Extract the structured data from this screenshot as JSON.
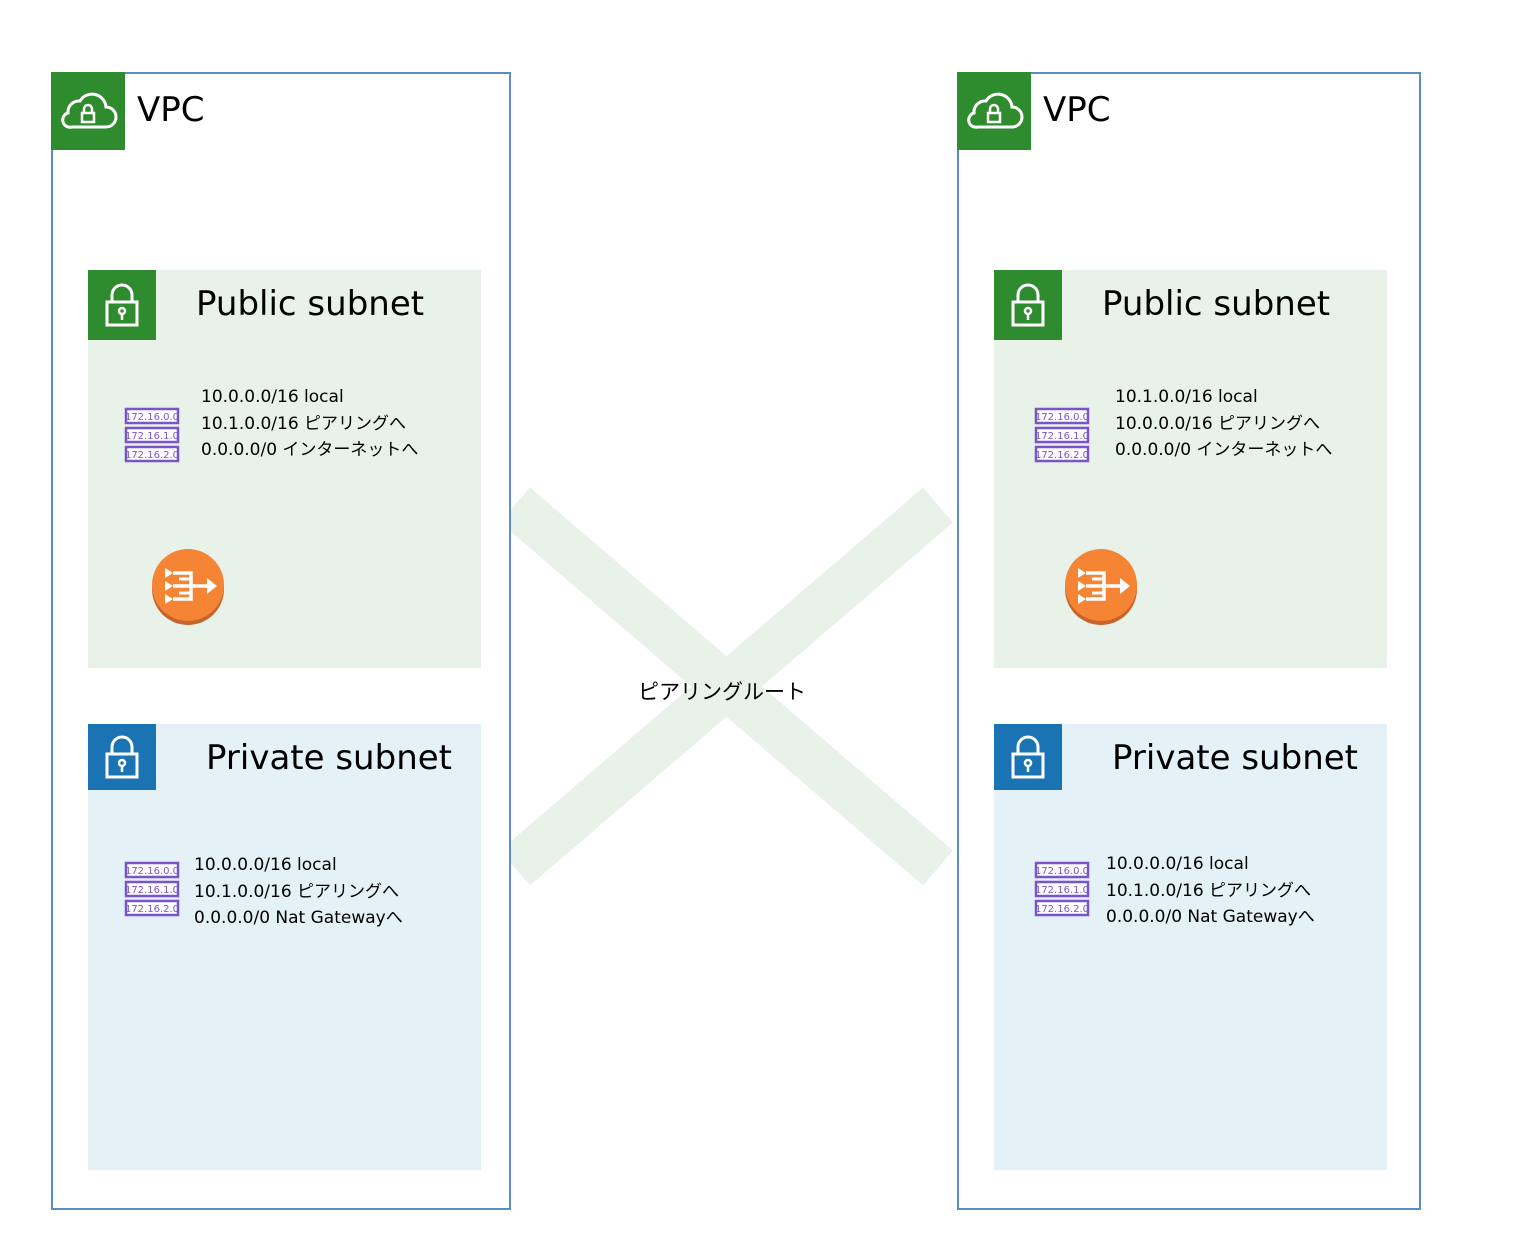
{
  "vpcs": [
    {
      "title": "VPC",
      "public_subnet": {
        "title": "Public subnet",
        "routes": [
          "10.0.0.0/16 local",
          "10.1.0.0/16 ピアリングへ",
          "0.0.0.0/0 インターネットへ"
        ]
      },
      "private_subnet": {
        "title": "Private subnet",
        "routes": [
          "10.0.0.0/16 local",
          "10.1.0.0/16 ピアリングへ",
          "0.0.0.0/0 Nat Gatewayへ"
        ]
      }
    },
    {
      "title": "VPC",
      "public_subnet": {
        "title": "Public subnet",
        "routes": [
          "10.1.0.0/16 local",
          "10.0.0.0/16 ピアリングへ",
          "0.0.0.0/0 インターネットへ"
        ]
      },
      "private_subnet": {
        "title": "Private subnet",
        "routes": [
          "10.0.0.0/16 local",
          "10.1.0.0/16 ピアリングへ",
          "0.0.0.0/0 Nat Gatewayへ"
        ]
      }
    }
  ],
  "route_table_icon": {
    "name": "route-table-icon",
    "labels": [
      "172.16.0.0",
      "172.16.1.0",
      "172.16.2.0"
    ]
  },
  "peering_label": "ピアリングルート",
  "colors": {
    "vpc_border": "#5a8fc4",
    "vpc_badge": "#2e8b2e",
    "public_bg": "#e8f2e8",
    "private_bg": "#e4f1f7",
    "private_badge": "#1a73b3",
    "nat_orange": "#f58534",
    "route_table_purple": "#7b55c7",
    "cross": "#e8f2e8"
  },
  "icons": [
    "cloud-lock-icon",
    "padlock-icon",
    "route-table-icon",
    "nat-gateway-icon"
  ]
}
